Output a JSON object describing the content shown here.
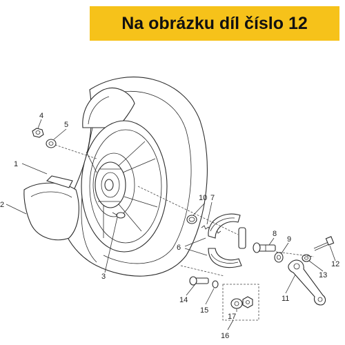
{
  "banner": {
    "text": "Na obrázku díl číslo 12",
    "color": "#f6c21a"
  },
  "callouts": [
    {
      "id": "1",
      "text": "1"
    },
    {
      "id": "2",
      "text": "2"
    },
    {
      "id": "3",
      "text": "3"
    },
    {
      "id": "4",
      "text": "4"
    },
    {
      "id": "5",
      "text": "5"
    },
    {
      "id": "6",
      "text": "6"
    },
    {
      "id": "7",
      "text": "7"
    },
    {
      "id": "8",
      "text": "8"
    },
    {
      "id": "9",
      "text": "9"
    },
    {
      "id": "10",
      "text": "10"
    },
    {
      "id": "11",
      "text": "11"
    },
    {
      "id": "12",
      "text": "12"
    },
    {
      "id": "13",
      "text": "13"
    },
    {
      "id": "14",
      "text": "14"
    },
    {
      "id": "15",
      "text": "15"
    },
    {
      "id": "16",
      "text": "16"
    },
    {
      "id": "17",
      "text": "17"
    }
  ]
}
